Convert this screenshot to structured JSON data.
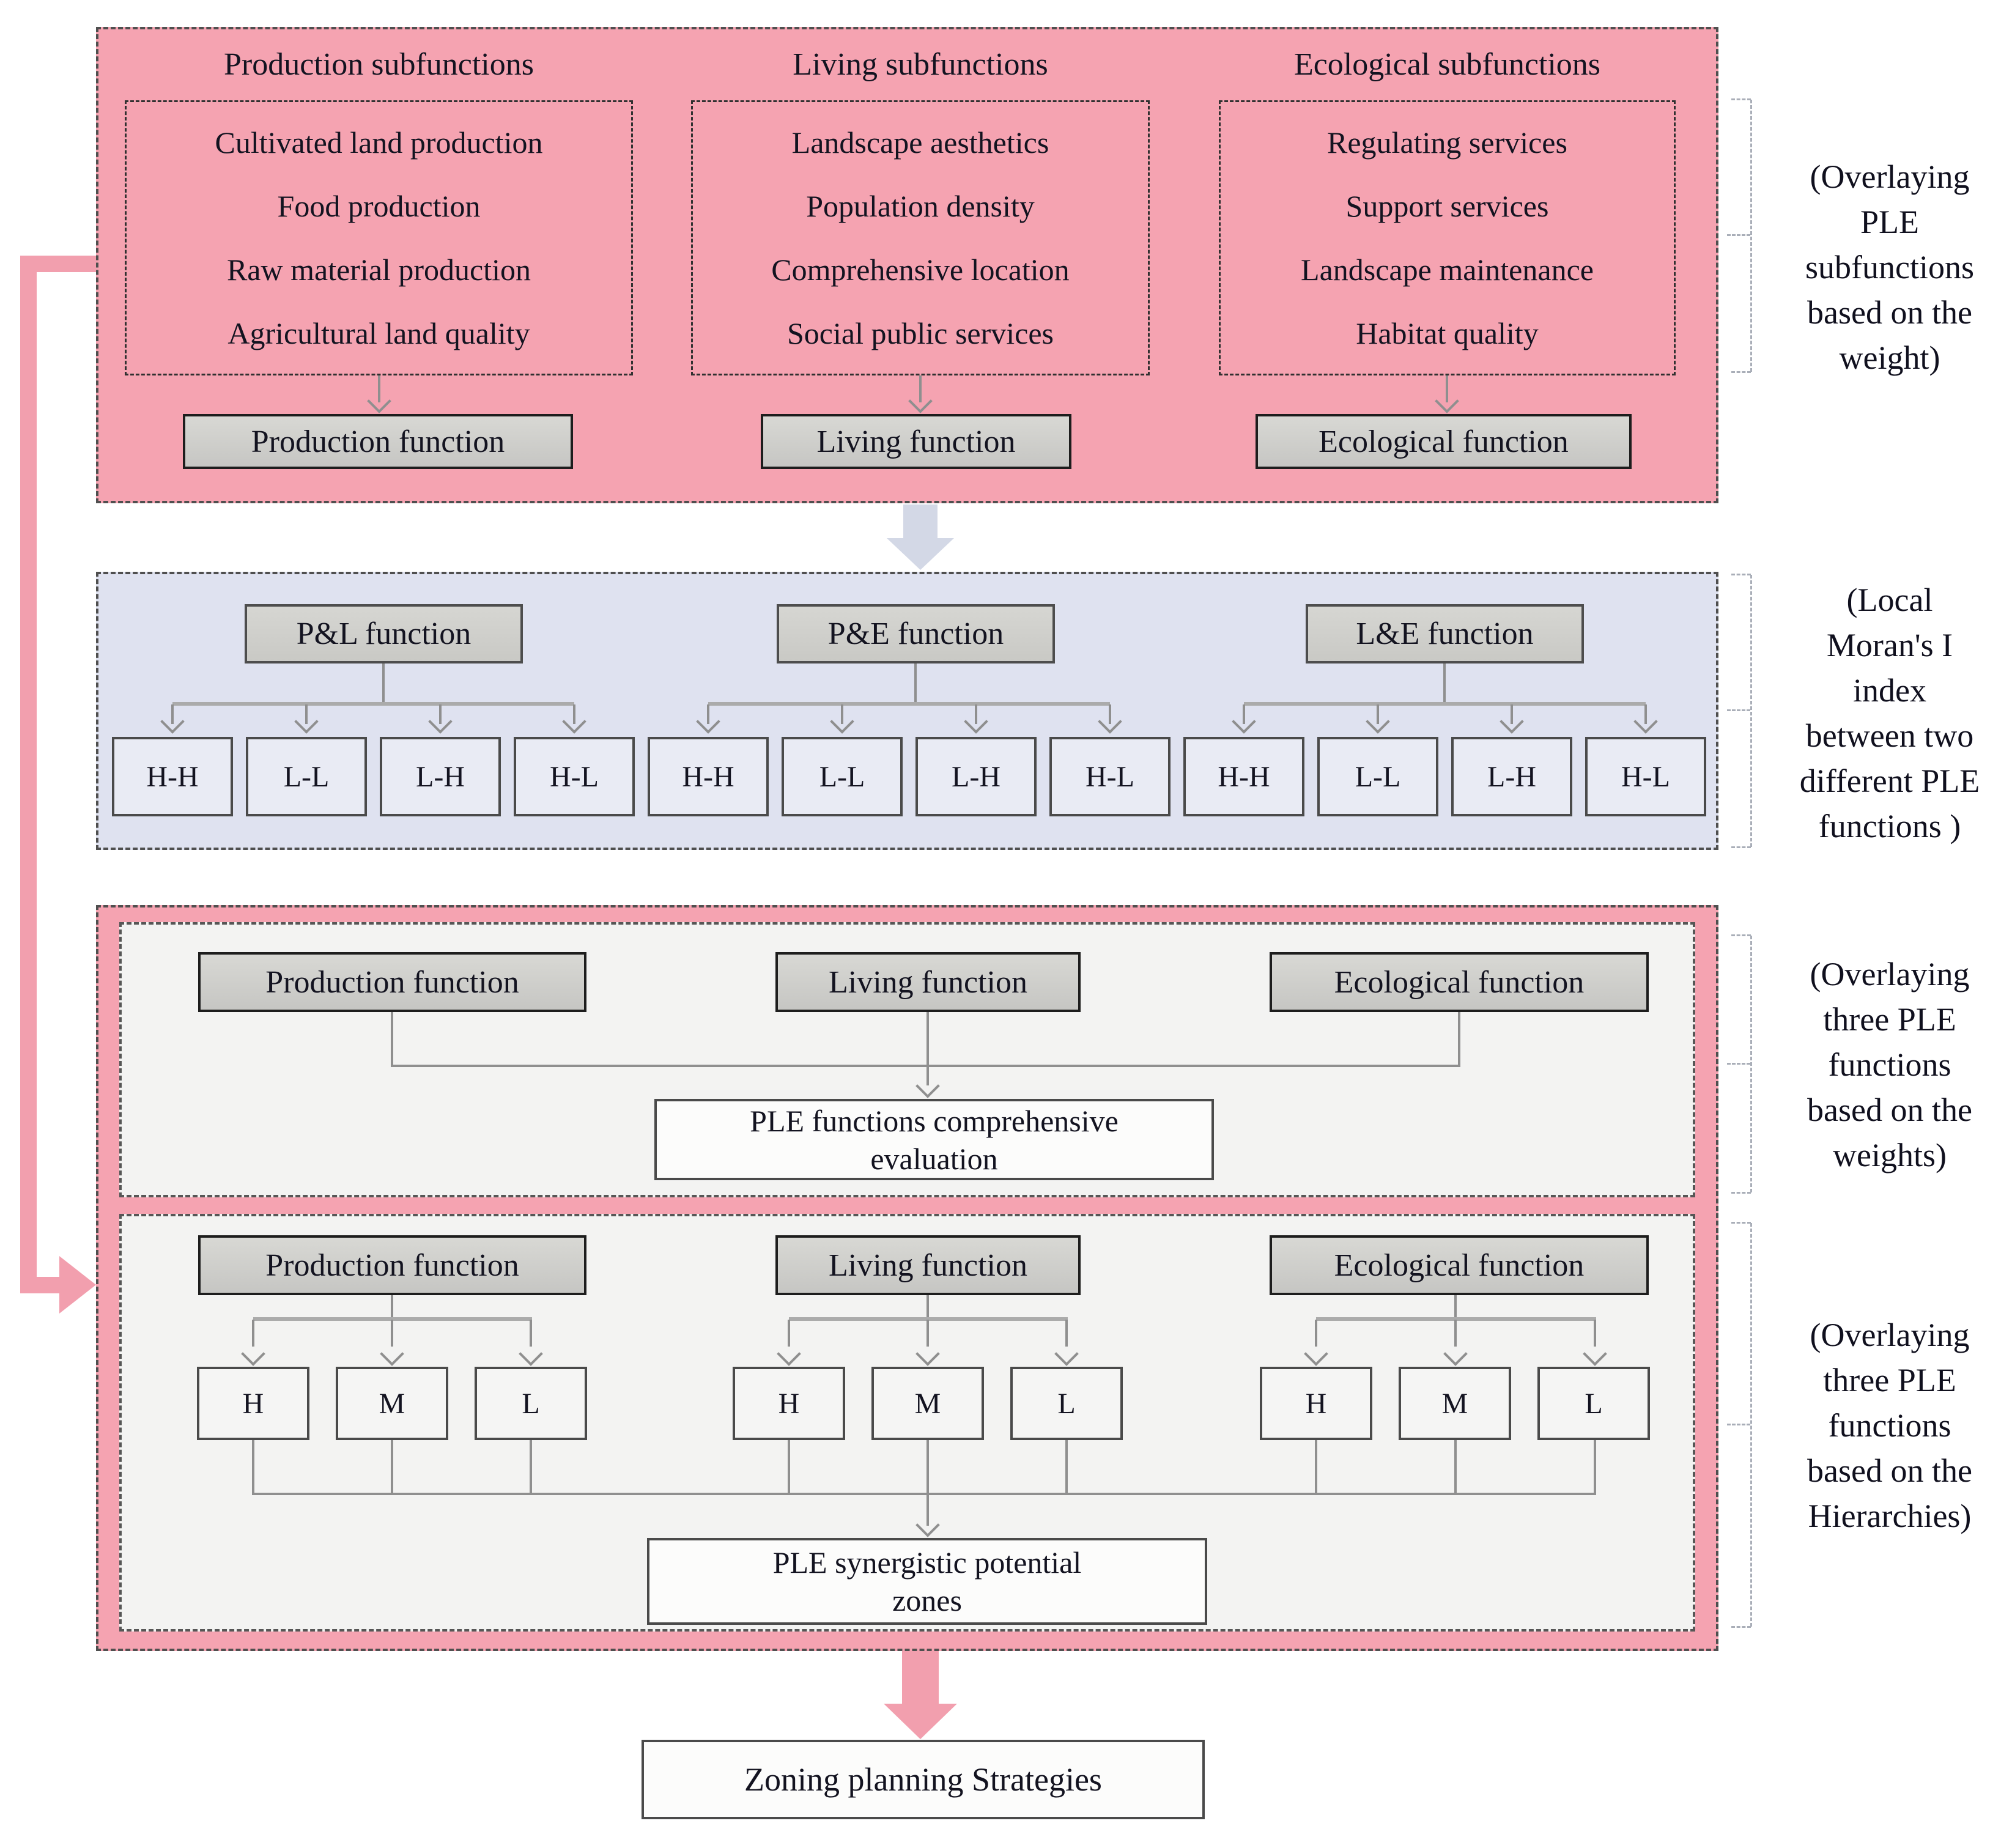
{
  "stage1": {
    "annotation": "(Overlaying\nPLE\nsubfunctions\nbased on the\nweight)",
    "columns": [
      {
        "header": "Production subfunctions",
        "items": [
          "Cultivated land production",
          "Food production",
          "Raw material production",
          "Agricultural land quality"
        ],
        "function": "Production function"
      },
      {
        "header": "Living subfunctions",
        "items": [
          "Landscape aesthetics",
          "Population density",
          "Comprehensive location",
          "Social public services"
        ],
        "function": "Living function"
      },
      {
        "header": "Ecological subfunctions",
        "items": [
          "Regulating services",
          "Support services",
          "Landscape maintenance",
          "Habitat quality"
        ],
        "function": "Ecological function"
      }
    ]
  },
  "stage2": {
    "annotation": "(Local\nMoran's I\nindex\nbetween two\ndifferent PLE\nfunctions )",
    "groups": [
      {
        "label": "P&L function",
        "children": [
          "H-H",
          "L-L",
          "L-H",
          "H-L"
        ]
      },
      {
        "label": "P&E function",
        "children": [
          "H-H",
          "L-L",
          "L-H",
          "H-L"
        ]
      },
      {
        "label": "L&E function",
        "children": [
          "H-H",
          "L-L",
          "L-H",
          "H-L"
        ]
      }
    ]
  },
  "stage3": {
    "annotation": "(Overlaying\nthree PLE\nfunctions\nbased on the\nweights)",
    "functions": [
      "Production function",
      "Living function",
      "Ecological function"
    ],
    "result": "PLE functions comprehensive\nevaluation"
  },
  "stage4": {
    "annotation": "(Overlaying\nthree PLE\nfunctions\nbased on the\nHierarchies)",
    "groups": [
      {
        "label": "Production function",
        "children": [
          "H",
          "M",
          "L"
        ]
      },
      {
        "label": "Living function",
        "children": [
          "H",
          "M",
          "L"
        ]
      },
      {
        "label": "Ecological function",
        "children": [
          "H",
          "M",
          "L"
        ]
      }
    ],
    "result": "PLE synergistic potential\nzones"
  },
  "final": {
    "label": "Zoning planning Strategies"
  },
  "colors": {
    "pink_panel": "#F5A3B1",
    "pink_arrow": "#F29FAE",
    "lavender_panel": "#DFE2F0",
    "lavender_arrow": "#D3D8E6",
    "gray_box": "#CFCFCB",
    "line_gray": "#8F8F8F"
  }
}
